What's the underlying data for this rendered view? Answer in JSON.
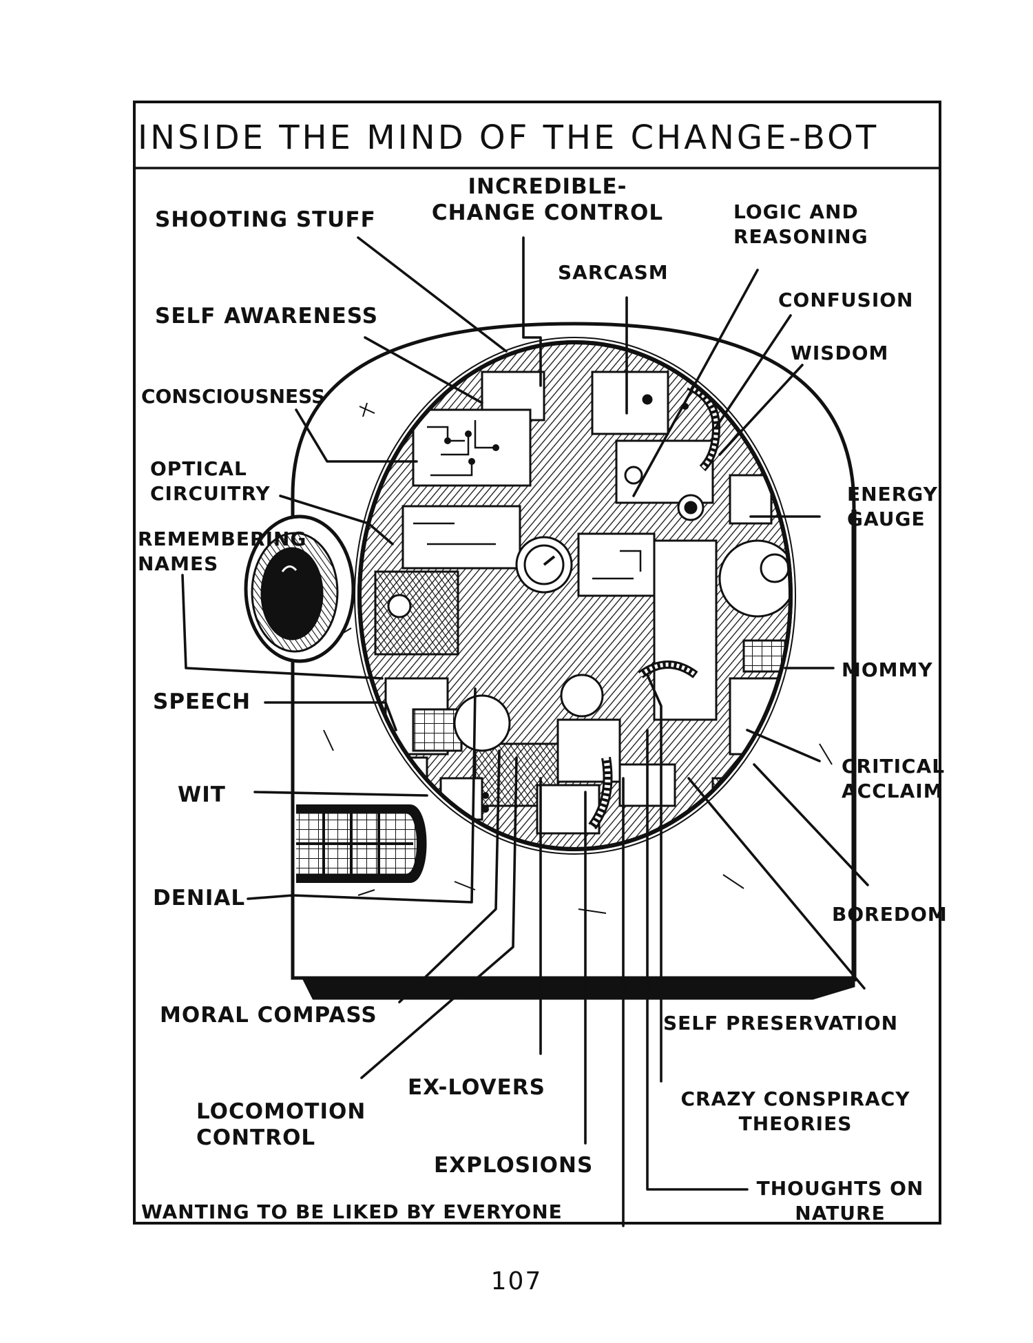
{
  "title": "INSIDE THE MIND OF THE CHANGE-BOT",
  "page_number": "107",
  "labels": {
    "shooting_stuff": "SHOOTING STUFF",
    "incredible_change_control": "INCREDIBLE-\nCHANGE CONTROL",
    "logic_and_reasoning": "LOGIC AND\nREASONING",
    "sarcasm": "SARCASM",
    "self_awareness": "SELF AWARENESS",
    "confusion": "CONFUSION",
    "wisdom": "WISDOM",
    "consciousness": "CONSCIOUSNESS",
    "optical_circuitry": "OPTICAL\nCIRCUITRY",
    "energy_gauge": "ENERGY\nGAUGE",
    "remembering_names": "REMEMBERING\nNAMES",
    "mommy": "MOMMY",
    "speech": "SPEECH",
    "critical_acclaim": "CRITICAL\nACCLAIM",
    "wit": "WIT",
    "denial": "DENIAL",
    "boredom": "BOREDOM",
    "moral_compass": "MORAL COMPASS",
    "self_preservation": "SELF PRESERVATION",
    "ex_lovers": "EX-LOVERS",
    "locomotion_control": "LOCOMOTION\nCONTROL",
    "crazy_conspiracy_theories": "CRAZY CONSPIRACY\nTHEORIES",
    "explosions": "EXPLOSIONS",
    "thoughts_on_nature": "THOUGHTS ON\nNATURE",
    "wanting_to_be_liked": "WANTING TO BE LIKED BY EVERYONE"
  },
  "colors": {
    "ink": "#111111",
    "paper": "#ffffff",
    "hatch": "#222222"
  }
}
